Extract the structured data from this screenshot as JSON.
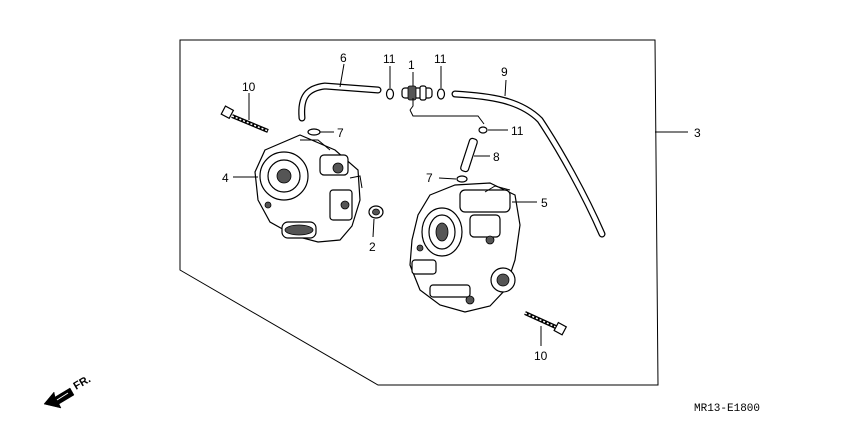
{
  "callouts": {
    "c1": "1",
    "c2": "2",
    "c3": "3",
    "c4": "4",
    "c5": "5",
    "c6": "6",
    "c7a": "7",
    "c7b": "7",
    "c8": "8",
    "c9": "9",
    "c10a": "10",
    "c10b": "10",
    "c11a": "11",
    "c11b": "11",
    "c11c": "11"
  },
  "diagram_code": "MR13-E1800",
  "direction_label": "FR."
}
